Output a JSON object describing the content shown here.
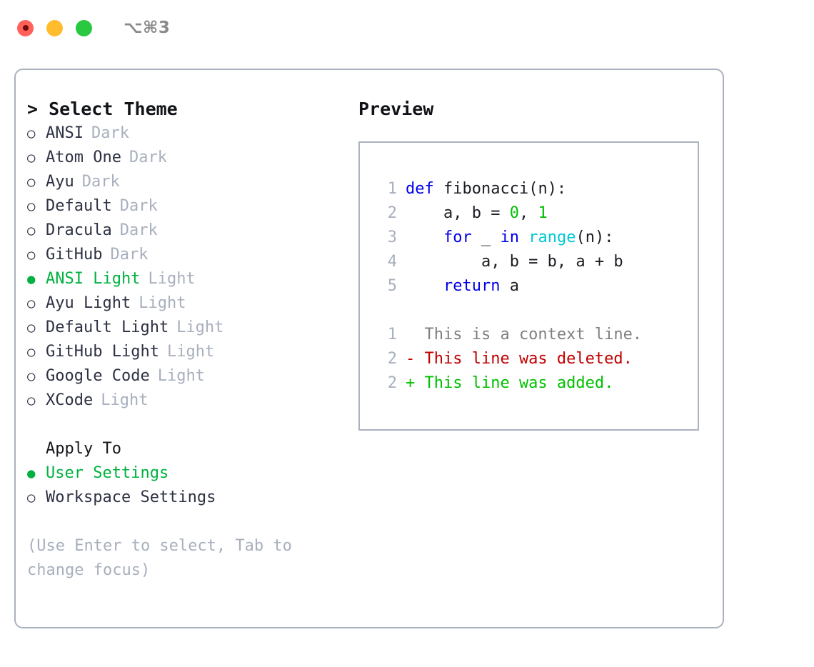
{
  "window": {
    "shortcut_hint": "⌥⌘3",
    "traffic_lights": [
      "close",
      "minimize",
      "maximize"
    ]
  },
  "theme_picker": {
    "title": "> Select Theme",
    "bullet_on": "●",
    "bullet_off": "○",
    "themes": [
      {
        "name": "ANSI",
        "variant": "Dark",
        "selected": false
      },
      {
        "name": "Atom One",
        "variant": "Dark",
        "selected": false
      },
      {
        "name": "Ayu",
        "variant": "Dark",
        "selected": false
      },
      {
        "name": "Default",
        "variant": "Dark",
        "selected": false
      },
      {
        "name": "Dracula",
        "variant": "Dark",
        "selected": false
      },
      {
        "name": "GitHub",
        "variant": "Dark",
        "selected": false
      },
      {
        "name": "ANSI Light",
        "variant": "Light",
        "selected": true
      },
      {
        "name": "Ayu Light",
        "variant": "Light",
        "selected": false
      },
      {
        "name": "Default Light",
        "variant": "Light",
        "selected": false
      },
      {
        "name": "GitHub Light",
        "variant": "Light",
        "selected": false
      },
      {
        "name": "Google Code",
        "variant": "Light",
        "selected": false
      },
      {
        "name": "XCode",
        "variant": "Light",
        "selected": false
      }
    ]
  },
  "apply_to": {
    "title": "Apply To",
    "options": [
      {
        "label": "User Settings",
        "selected": true
      },
      {
        "label": "Workspace Settings",
        "selected": false
      }
    ]
  },
  "hint": "(Use Enter to select, Tab to change focus)",
  "preview": {
    "title": "Preview",
    "code_lines": [
      {
        "num": "1",
        "tokens": [
          {
            "t": "def",
            "c": "kw"
          },
          {
            "t": " fibonacci(n):",
            "c": "plain"
          }
        ]
      },
      {
        "num": "2",
        "tokens": [
          {
            "t": "    a, b = ",
            "c": "plain"
          },
          {
            "t": "0",
            "c": "num"
          },
          {
            "t": ", ",
            "c": "plain"
          },
          {
            "t": "1",
            "c": "num"
          }
        ]
      },
      {
        "num": "3",
        "tokens": [
          {
            "t": "    ",
            "c": "plain"
          },
          {
            "t": "for",
            "c": "kw"
          },
          {
            "t": " _ ",
            "c": "plain"
          },
          {
            "t": "in",
            "c": "kw"
          },
          {
            "t": " ",
            "c": "plain"
          },
          {
            "t": "range",
            "c": "builtin"
          },
          {
            "t": "(n):",
            "c": "plain"
          }
        ]
      },
      {
        "num": "4",
        "tokens": [
          {
            "t": "        a, b = b, a + b",
            "c": "plain"
          }
        ]
      },
      {
        "num": "5",
        "tokens": [
          {
            "t": "    ",
            "c": "plain"
          },
          {
            "t": "return",
            "c": "kw"
          },
          {
            "t": " a",
            "c": "plain"
          }
        ]
      }
    ],
    "diff_lines": [
      {
        "num": "1",
        "text": "  This is a context line.",
        "kind": "ctx"
      },
      {
        "num": "2",
        "text": "- This line was deleted.",
        "kind": "del"
      },
      {
        "num": "2",
        "text": "+ This line was added.",
        "kind": "add"
      }
    ]
  },
  "colors": {
    "accent_green": "#00b140",
    "muted": "#a8b0bd",
    "text": "#2d3142",
    "border": "#aab2bf",
    "keyword": "#0000e6",
    "number": "#00c000",
    "builtin": "#00c8d4",
    "diff_add": "#00c000",
    "diff_del": "#c00000",
    "diff_ctx": "#808080"
  }
}
